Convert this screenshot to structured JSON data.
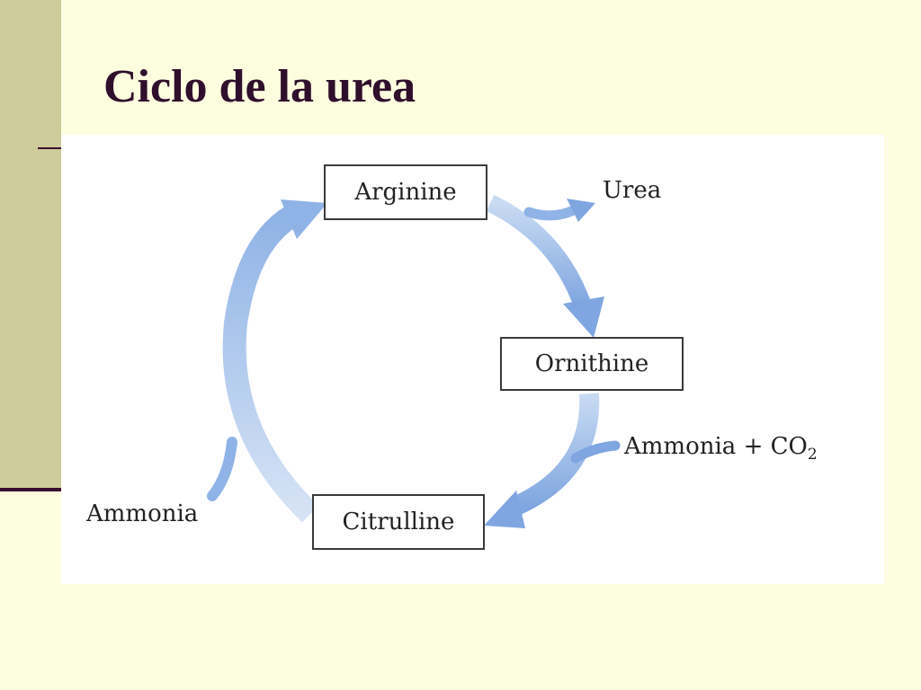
{
  "slide": {
    "title": "Ciclo de la urea"
  },
  "diagram": {
    "nodes": {
      "arginine": "Arginine",
      "ornithine": "Ornithine",
      "citrulline": "Citrulline"
    },
    "labels": {
      "urea": "Urea",
      "ammonia_co2_prefix": "Ammonia + CO",
      "ammonia_co2_subscript": "2",
      "ammonia": "Ammonia"
    }
  },
  "colors": {
    "background": "#fdfde0",
    "side_band": "#cdcc9a",
    "title": "#2f0f2c",
    "arrow": "#8fb3e6",
    "arrow_light": "#c9dbf3"
  }
}
